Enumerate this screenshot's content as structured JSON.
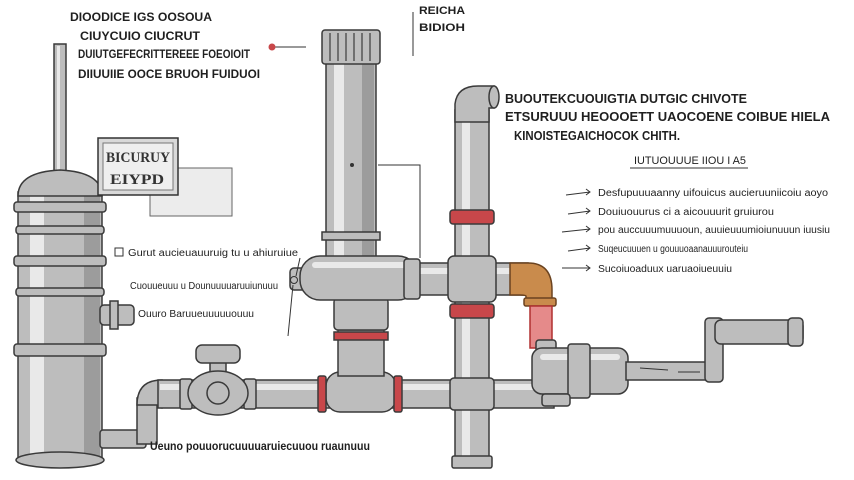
{
  "colors": {
    "pipe": "#bdbdbd",
    "pipe_highlight": "#e9e9e9",
    "pipe_shadow": "#8f8f8f",
    "outline": "#3a3a3a",
    "band_red": "#c8474a",
    "copper": "#c98b4c",
    "text": "#1f1f1f"
  },
  "labels": {
    "top_left": [
      "DIOODICE IGS OOSOUA",
      "CIUYCUIO CIUCRUT",
      "DUIUTGEFECRITTEREEE FOEOIOIT",
      "DIIUUIIE OOCE BRUOH FUIDUOI"
    ],
    "top_center": [
      "REICHA",
      "BIDIOH"
    ],
    "sign": [
      "BICURUY",
      "EIYPD"
    ],
    "right_heading": [
      "BUOUTEKCUOUIGTIA DUTGIC CHIVOTE",
      "ETSURUUU HEOOOETT UAOCOENE COIBUE HIELA",
      "KINOISTEGAICHOCOK CHITH."
    ],
    "right_subheading": "IUTUOUUUE IIOU I A5",
    "right_list": [
      "Desfupuuuaanny uifouicus aucieruuniicoiu aoyo",
      "Douiuouurus ci a aicouuurit gruiurou",
      "pou auccuuumuuuoun, auuieuuumioiunuuun iuusiu",
      "Suqeucuuuen u gouuuoaanauuurouteiu",
      "Sucoiuoaduux uaruaoiueuuiu"
    ],
    "left_middle": [
      "Gurut aucieuauuruig tu u ahiuruiue",
      "Cuouueuuu u Dounuuuuaruuiunuuu",
      "Ouuro Baruueuuuuuouuu"
    ],
    "bottom": "Ueuno pouuorucuuuuaruiecuuou ruaunuuu"
  }
}
